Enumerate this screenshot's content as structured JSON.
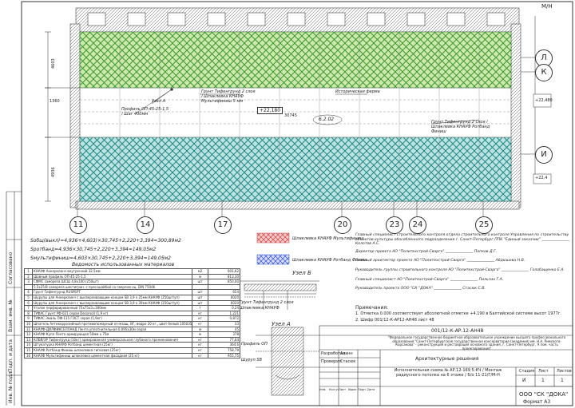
{
  "plan": {
    "axes_bottom": [
      "11",
      "14",
      "17",
      "20",
      "23",
      "24",
      "25"
    ],
    "axes_right": [
      "Л",
      "К",
      "И"
    ],
    "right_elev_top": "+22,480",
    "right_elev_bottom": "+22,4",
    "elev_main": "+22,180",
    "length_dim": "30745",
    "node_ref": "6.2.02",
    "top_tag": "М/Н",
    "left_dims": [
      "4603",
      "1360",
      "4936"
    ],
    "callouts": {
      "uzel_a": "Узел А",
      "profile": "Профиль ОП-45-25-1,5 / Шаг 400мм",
      "multifinish_top": "Грунт Тифенгрунд 2 слоя / Шпаклевка КНАУФ Мультифиниш 5 мм",
      "historic_frame": "Историческая ферма",
      "rotband_label": "Грунт Тифенгрунд 2 слоя / Шпаклевка КНАУФ Ротбанд Финиш"
    }
  },
  "areas": [
    "Sобщ(выкл)=4,936+4,603)×30,745+2,220+3,394=300,89м2",
    "Sротбанд=4,936×30,745+2,220+3,394=149,05м2",
    "Sмультифиниш=4,603×30,745+2,220+3,394=149,05м2"
  ],
  "legend": [
    {
      "label": "Шпаклевка КНАУФ Мультифиниш",
      "color": "#e04040"
    },
    {
      "label": "Шпаклевка КНАУФ Ротбанд Финиш",
      "color": "#3050d0"
    }
  ],
  "materials": {
    "title": "Ведомость использованных материалов",
    "rows": [
      [
        "1",
        "КНАУФ Анкерклинч внутренний 32,5мм",
        "м2",
        "601,62"
      ],
      [
        "2",
        "Шовный профиль ОП-45-25-1,5",
        "м",
        "813,30"
      ],
      [
        "3",
        "СФМС самореза ШСШ 4,8х100 (250шт)",
        "шт",
        "850,00"
      ],
      [
        "",
        "5,5х25/8 самореза шестигран. с прессшайбой со сверлом оц. DIN 7504K",
        "",
        ""
      ],
      [
        "4",
        "Грунт Тифенгрунд RUSPEPT",
        "шт",
        "654"
      ],
      [
        "5",
        "Шурупы для Анкерклинч с высверливающим концом SB 3,9 x 25мм КНАУФ (250шт/уп)",
        "шт",
        "6020"
      ],
      [
        "6",
        "Шурупы для Анкерклинч с высверливающим концом SB 3,9 x 39мм КНАУФ (250шт/уп)",
        "шт",
        "6020"
      ],
      [
        "7",
        "Уголок перфорированный 75х75х3=300мм",
        "т",
        "0,24"
      ],
      [
        "8",
        "ТУФАС Грунт УФ-021 серая Decorsoll (1,9 кг)",
        "кг",
        "1,221"
      ],
      [
        "9",
        "ТУФАС Эмаль ПФ-115 ГОСТ серая (1,9кг)",
        "кг",
        "0,872"
      ],
      [
        "10",
        "Шпатель Антикоррозийный противопожарный огнезащ. ВГ, ведро 20 кг., цвет белый 105035",
        "кг",
        "33"
      ],
      [
        "11",
        "КНАУФ-ДИЛФИКСЕЛЛАНД Лента уплотнительная 0,095х30м серая",
        "м",
        "45"
      ],
      [
        "12",
        "КНАУФ Купл Лента армирующая 50мм х 75м",
        "м",
        "378"
      ],
      [
        "13",
        "КЛЕЙ/ЭР Тифенгрунд (10кг) армированная универсальная глубокого проникновения",
        "кг",
        "77,64"
      ],
      [
        "14",
        "Штукатурка КНАУФ Ротбанд цементная (25кг)",
        "кг",
        "364,6"
      ],
      [
        "15",
        "КНАУФ Ротбанд-Финиш шпаклевка гипсовая (25кг)",
        "кг",
        "758,79"
      ],
      [
        "16",
        "КНАУФ Мультифиниш шпаклевка цементная фасадная (25 кг)",
        "кг",
        "955,75"
      ]
    ]
  },
  "details": {
    "uzel_b": "Узел Б",
    "uzel_a": "Узел А",
    "notes_small": [
      "Грунт Тифенгрунд 2 слоя",
      "Шпаклевка КНАУФ",
      "Профиль ОП",
      "Шуруп SB"
    ]
  },
  "approvals": [
    {
      "role": "Главный специалист строительного контроля отдела строительного контроля Управления по строительству объектов культуры обособленного подразделения г. Санкт-Петербург ППК \"Единый заказчик\"",
      "line": "_______________",
      "name": "Колотов А.С."
    },
    {
      "role": "Директор проекта АО \"Политехстрой-Сварго\"",
      "line": "_______________",
      "name": "Попков Д.Г."
    },
    {
      "role": "Главный архитектор проекта АО \"Политехстрой-Сварго\"",
      "line": "_______________",
      "name": "Абдюшева Н.В."
    },
    {
      "role": "Руководитель группы строительного контроля АО \"Политехстрой-Сварго\"",
      "line": "_______________",
      "name": "Голобащенко Е.А."
    },
    {
      "role": "Главный специалист АО \"Политехстрой-Сварго\"",
      "line": "_______________",
      "name": "Пильгин Г.А."
    },
    {
      "role": "Руководитель проекта ООО \"СК \"ДОКА\"",
      "line": "_______________",
      "name": "Стасюк С.В."
    }
  ],
  "notes": {
    "title": "Примечания:",
    "items": [
      "1. Отметка 0.000 соответствует абсолютной отметке +4.190 в Балтийской системе высот 1977г.",
      "2. Шифр 001/12-К-АР12-АН48 лист 48"
    ]
  },
  "title_block": {
    "code": "001/12-К-АР.12-АН48",
    "organization": "\"Федеральное государственное бюджетное образовательное учреждение высшего профессионального образования \"Санкт-Петербургская государственная консерватория (академия) им. Н.А. Римского-Корсакова\" - реконструкция и реставрация основного здания, г. Санкт-Петербург, 9 пом. часть проектирования\"",
    "section": "Архитектурные решения",
    "drawing": "Исполнительная схема № АР.12-169 5-КЧ / Монтаж радиусного потолка на 6 этаже / Б/о 11-21/Г/М-Н",
    "company": "ООО \"СК \"ДОКА\"",
    "stage_label": "Стадия",
    "sheet_label": "Лист",
    "sheets_label": "Листов",
    "stage": "И",
    "sheet": "1",
    "sheets": "1",
    "signers": [
      {
        "role": "Разработал",
        "name": "Азанн"
      },
      {
        "role": "Проверил",
        "name": "Стасюк"
      }
    ],
    "revision_headers": [
      "Изм.",
      "Кол.уч",
      "Лист",
      "№док",
      "Подп.",
      "Дата"
    ],
    "format": "Формат А3"
  },
  "side_stamp": [
    "Инв. № подл.",
    "Подп. и дата",
    "Взам. инв. №",
    "Согласовано"
  ]
}
